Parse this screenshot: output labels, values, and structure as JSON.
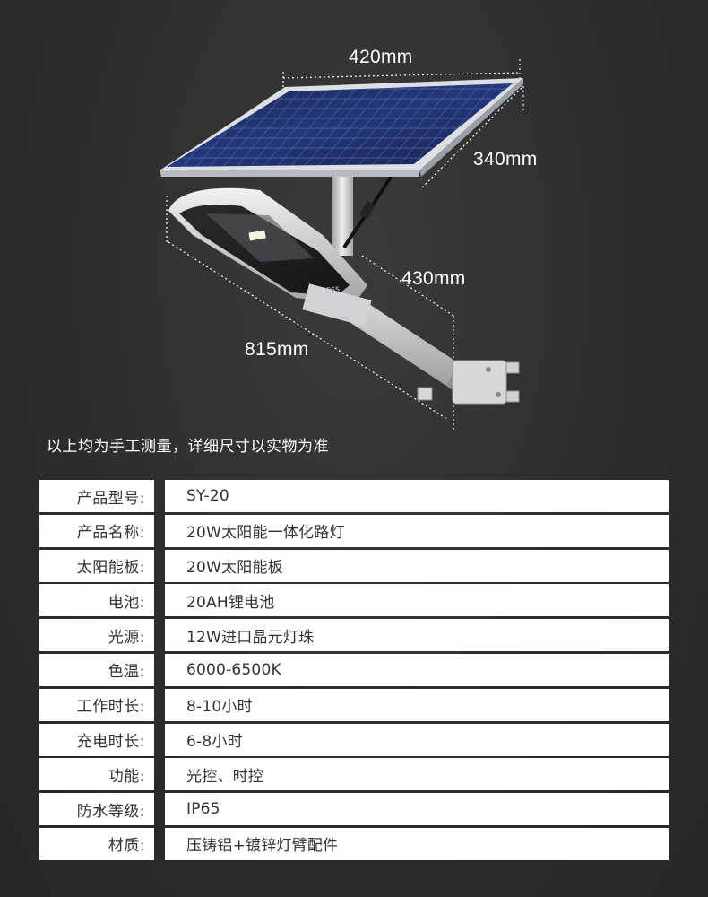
{
  "dimensions": {
    "width": "420mm",
    "depth": "340mm",
    "arm": "430mm",
    "total": "815mm"
  },
  "note": "以上均为手工测量，详细尺寸以实物为准",
  "panel_badge": "IP65",
  "specs": [
    {
      "label": "产品型号:",
      "value": "SY-20"
    },
    {
      "label": "产品名称:",
      "value": "20W太阳能一体化路灯"
    },
    {
      "label": "太阳能板:",
      "value": "20W太阳能板"
    },
    {
      "label": "电池:",
      "value": "20AH锂电池"
    },
    {
      "label": "光源:",
      "value": "12W进口晶元灯珠"
    },
    {
      "label": "色温:",
      "value": "6000-6500K"
    },
    {
      "label": "工作时长:",
      "value": "8-10小时"
    },
    {
      "label": "充电时长:",
      "value": "6-8小时"
    },
    {
      "label": "功能:",
      "value": "光控、时控"
    },
    {
      "label": "防水等级:",
      "value": "IP65"
    },
    {
      "label": "材质:",
      "value": "压铸铝+镀锌灯臂配件"
    }
  ]
}
